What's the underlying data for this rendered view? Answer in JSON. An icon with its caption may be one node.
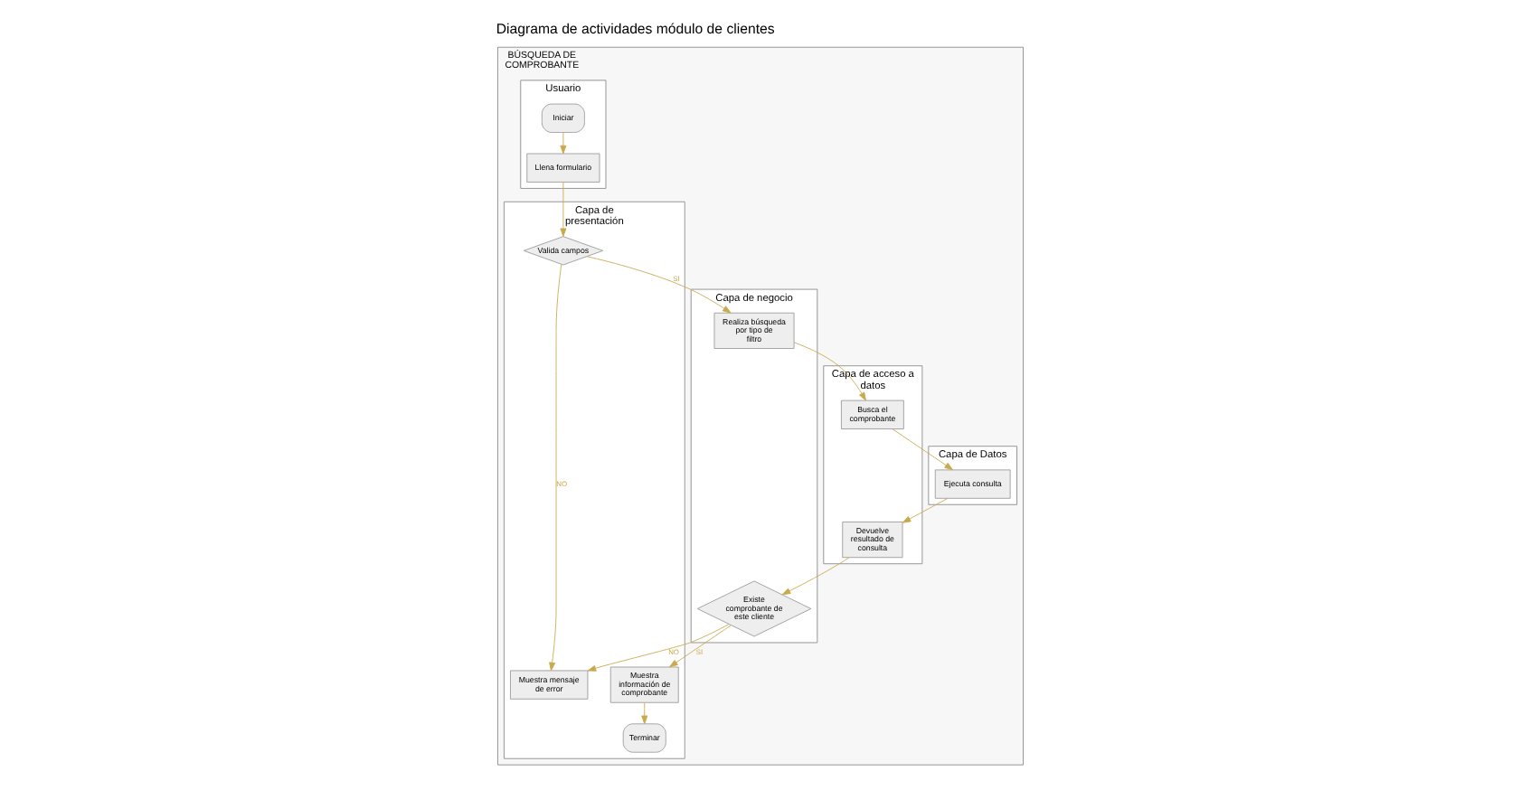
{
  "diagram": {
    "title": "Diagrama de actividades módulo de clientes",
    "nodes": [
      {
        "text": [
          "BÚSQUEDA DE COMPROBANTE"
        ]
      },
      {
        "text": [
          "Usuario"
        ],
        "in": 0
      },
      {
        "text": [
          "Capa de presentación"
        ],
        "in": 0
      },
      {
        "text": [
          "Capa de negocio"
        ],
        "in": 0
      },
      {
        "text": [
          "Capa de acceso a datos"
        ],
        "in": 0
      },
      {
        "text": [
          "Capa de Datos"
        ],
        "in": 0
      },
      {
        "text": [
          "Iniciar"
        ],
        "in": 1
      },
      {
        "text": [
          "Llena formulario"
        ],
        "in": 1
      },
      {
        "text": [
          "Valida campos"
        ],
        "in": 2
      },
      {
        "text": [
          "Muestra mensaje de error"
        ],
        "in": 2
      },
      {
        "text": [
          "Muestra información de comprobante"
        ],
        "in": 2
      },
      {
        "text": [
          "Terminar"
        ],
        "in": 2
      },
      {
        "text": [
          "Realiza búsqueda por tipo de filtro"
        ],
        "in": 3
      },
      {
        "text": [
          "Existe comprobante de este cliente"
        ],
        "in": 3
      },
      {
        "text": [
          "Busca el comprobante"
        ],
        "in": 4
      },
      {
        "text": [
          "Devuelve resultado de consulta"
        ],
        "in": 4
      },
      {
        "text": [
          "Ejecuta consulta"
        ],
        "in": 5
      }
    ],
    "edges": [
      {
        "from": 6,
        "to": 7,
        "arrow": "to"
      },
      {
        "from": 7,
        "to": 8,
        "arrow": "to"
      },
      {
        "from": 8,
        "to": 12,
        "arrow": "to",
        "label": "SI"
      },
      {
        "from": 8,
        "to": 9,
        "arrow": "to",
        "label": "NO"
      },
      {
        "from": 12,
        "to": 14,
        "arrow": "to"
      },
      {
        "from": 14,
        "to": 16,
        "arrow": "to"
      },
      {
        "from": 16,
        "to": 15,
        "arrow": "to"
      },
      {
        "from": 15,
        "to": 13,
        "arrow": "to"
      },
      {
        "from": 13,
        "to": 9,
        "arrow": "to",
        "label": "NO"
      },
      {
        "from": 13,
        "to": 10,
        "arrow": "to",
        "label": "SI"
      },
      {
        "from": 10,
        "to": 11,
        "arrow": "to"
      }
    ]
  }
}
